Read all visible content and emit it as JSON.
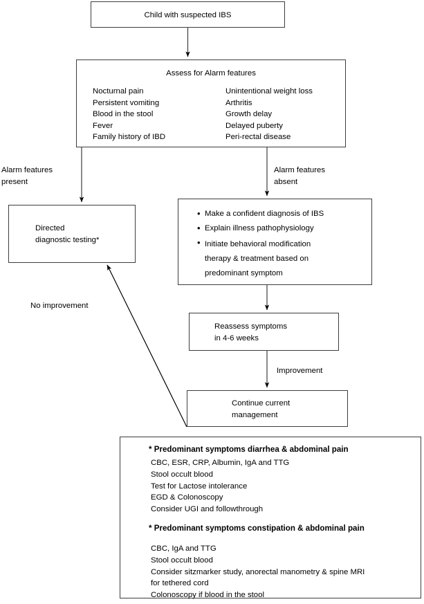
{
  "diagram": {
    "title": "Child with suspected IBS evaluation algorithm",
    "line_color": "#3c3c3c",
    "text_color": "#000000",
    "background": "#ffffff"
  },
  "nodes": {
    "start": {
      "label": "Child with suspected IBS"
    },
    "assess": {
      "heading": "Assess for Alarm features",
      "column_left": [
        "Nocturnal pain",
        "Persistent vomiting",
        "Blood in the stool",
        "Fever",
        "Family history of IBD"
      ],
      "column_right": [
        "Unintentional weight loss",
        "Arthritis",
        "Growth delay",
        "Delayed puberty",
        "Peri-rectal disease"
      ]
    },
    "directed_testing": {
      "line1": "Directed",
      "line2": "diagnostic testing*"
    },
    "manage_ibs": {
      "bullets": [
        "Make a confident diagnosis of IBS",
        "Explain illness pathophysiology",
        "Initiate behavioral modification\ntherapy & treatment based on\npredominant symptom"
      ],
      "bullet_glyph": "•"
    },
    "reassess": {
      "line1": "Reassess symptoms",
      "line2": "in 4-6 weeks"
    },
    "continue": {
      "line1": "Continue current",
      "line2": "management"
    }
  },
  "edge_labels": {
    "alarm_present": "Alarm features\npresent",
    "alarm_absent": "Alarm features\nabsent",
    "no_improvement": "No improvement",
    "improvement": "Improvement"
  },
  "footnote": {
    "section1": {
      "heading": "* Predominant symptoms diarrhea & abdominal pain",
      "items": [
        "CBC, ESR, CRP, Albumin, IgA and TTG",
        "Stool occult  blood",
        "Test for Lactose intolerance",
        "EGD & Colonoscopy",
        "Consider UGI and followthrough"
      ]
    },
    "section2": {
      "heading": "* Predominant symptoms constipation & abdominal pain",
      "items": [
        "CBC, IgA and TTG",
        "Stool occult  blood",
        "Consider sitzmarker study, anorectal manometry & spine MRI",
        "for tethered cord",
        "Colonoscopy if blood in the stool"
      ]
    }
  }
}
